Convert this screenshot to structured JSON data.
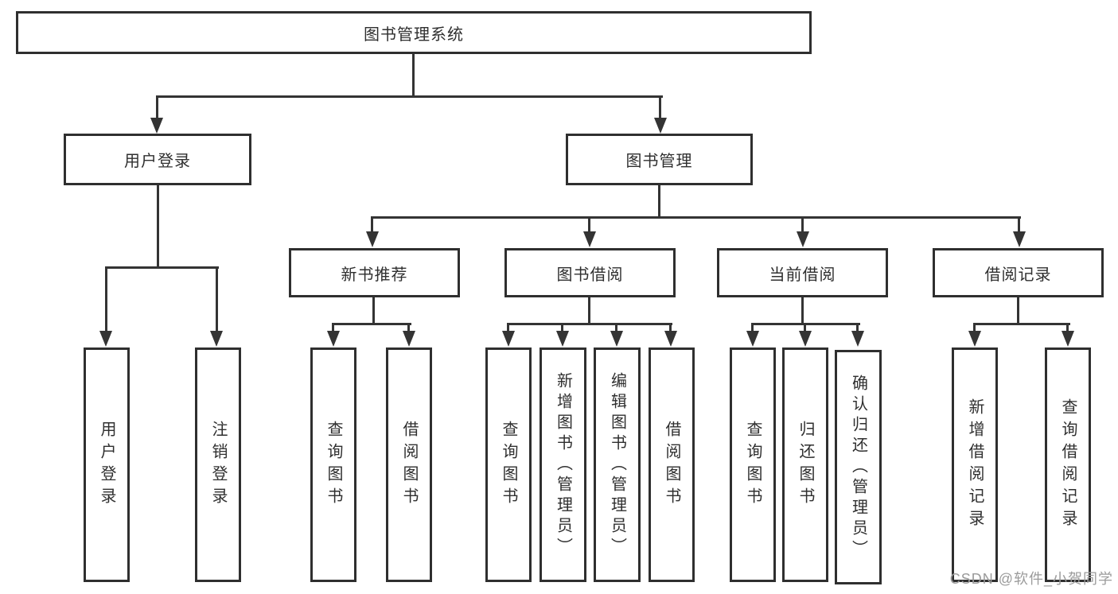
{
  "diagram": {
    "title": "图书管理系统",
    "level2": {
      "user_login": "用户登录",
      "book_mgmt": "图书管理"
    },
    "level3": {
      "new_books": "新书推荐",
      "book_borrow": "图书借阅",
      "current_borrow": "当前借阅",
      "borrow_records": "借阅记录"
    },
    "leaves": {
      "user_login": [
        "用户登录",
        "注销登录"
      ],
      "new_books": [
        "查询图书",
        "借阅图书"
      ],
      "book_borrow": [
        "查询图书",
        "新增图书（管理员）",
        "编辑图书（管理员）",
        "借阅图书"
      ],
      "current_borrow": [
        "查询图书",
        "归还图书",
        "确认归还（管理员）"
      ],
      "borrow_records": [
        "新增借阅记录",
        "查询借阅记录"
      ]
    },
    "watermark": "CSDN @软件_小贺同学",
    "colors": {
      "line": "#343434",
      "box_border": "#2f2f2f",
      "box_fill": "#ffffff",
      "text": "#2f2f2f",
      "background": "#ffffff",
      "watermark": "#9b9b9b"
    }
  }
}
